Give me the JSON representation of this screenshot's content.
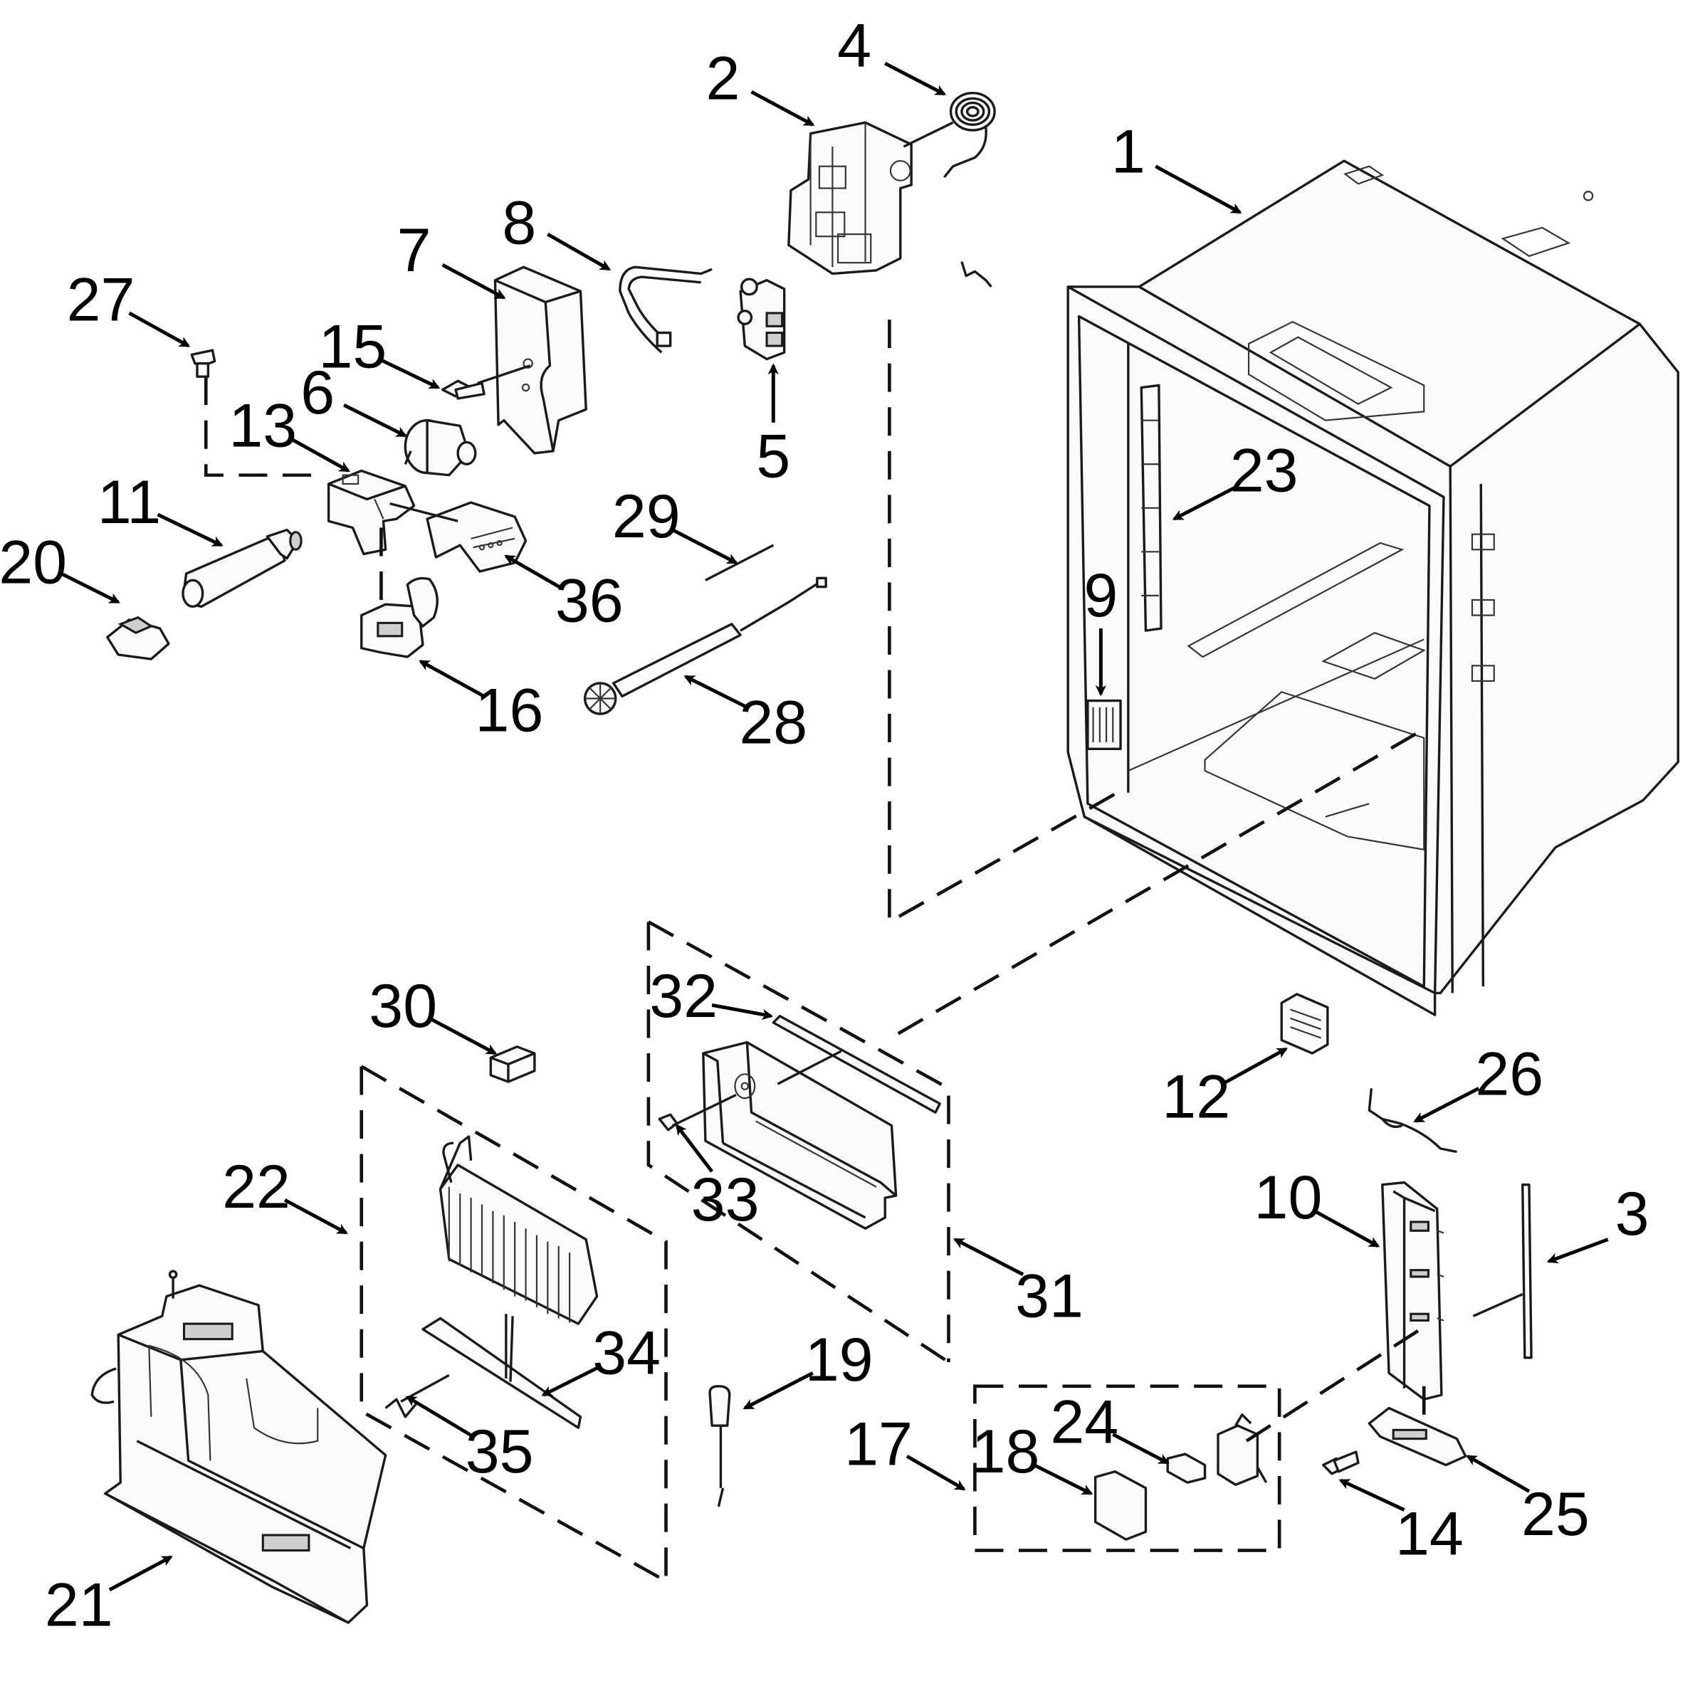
{
  "callouts": [
    {
      "id": "c1",
      "text": "1"
    },
    {
      "id": "c2",
      "text": "2"
    },
    {
      "id": "c3",
      "text": "3"
    },
    {
      "id": "c4",
      "text": "4"
    },
    {
      "id": "c5",
      "text": "5"
    },
    {
      "id": "c6",
      "text": "6"
    },
    {
      "id": "c7",
      "text": "7"
    },
    {
      "id": "c8",
      "text": "8"
    },
    {
      "id": "c9",
      "text": "9"
    },
    {
      "id": "c10",
      "text": "10"
    },
    {
      "id": "c11",
      "text": "11"
    },
    {
      "id": "c12",
      "text": "12"
    },
    {
      "id": "c13",
      "text": "13"
    },
    {
      "id": "c14",
      "text": "14"
    },
    {
      "id": "c15",
      "text": "15"
    },
    {
      "id": "c16",
      "text": "16"
    },
    {
      "id": "c17",
      "text": "17"
    },
    {
      "id": "c18",
      "text": "18"
    },
    {
      "id": "c19",
      "text": "19"
    },
    {
      "id": "c20",
      "text": "20"
    },
    {
      "id": "c21",
      "text": "21"
    },
    {
      "id": "c22",
      "text": "22"
    },
    {
      "id": "c23",
      "text": "23"
    },
    {
      "id": "c24",
      "text": "24"
    },
    {
      "id": "c25",
      "text": "25"
    },
    {
      "id": "c26",
      "text": "26"
    },
    {
      "id": "c27",
      "text": "27"
    },
    {
      "id": "c28",
      "text": "28"
    },
    {
      "id": "c29",
      "text": "29"
    },
    {
      "id": "c30",
      "text": "30"
    },
    {
      "id": "c31",
      "text": "31"
    },
    {
      "id": "c32",
      "text": "32"
    },
    {
      "id": "c33",
      "text": "33"
    },
    {
      "id": "c34",
      "text": "34"
    },
    {
      "id": "c35",
      "text": "35"
    },
    {
      "id": "c36",
      "text": "36"
    }
  ],
  "colors": {
    "line": "#1a1a1a",
    "background": "#ffffff"
  }
}
